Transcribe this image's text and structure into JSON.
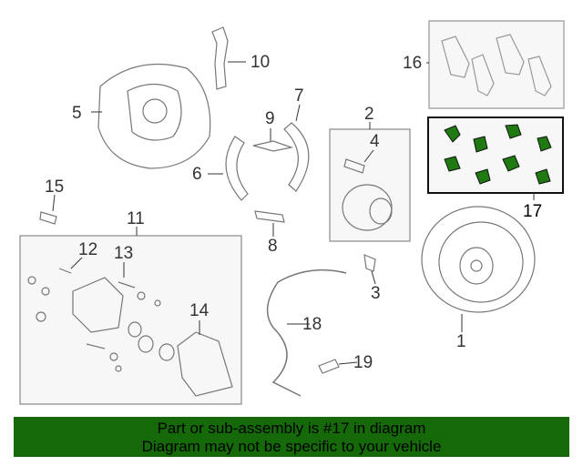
{
  "callouts": {
    "c1": "1",
    "c2": "2",
    "c3": "3",
    "c4": "4",
    "c5": "5",
    "c6": "6",
    "c7": "7",
    "c8": "8",
    "c9": "9",
    "c10": "10",
    "c11": "11",
    "c12": "12",
    "c13": "13",
    "c14": "14",
    "c15": "15",
    "c16": "16",
    "c17": "17",
    "c18": "18",
    "c19": "19"
  },
  "banner": {
    "line1": "Part or sub-assembly is #17 in diagram",
    "line2": "Diagram may not be specific to your vehicle"
  },
  "colors": {
    "banner": "#156909",
    "highlight_part": "#1f7a12",
    "outline": "#777777"
  }
}
